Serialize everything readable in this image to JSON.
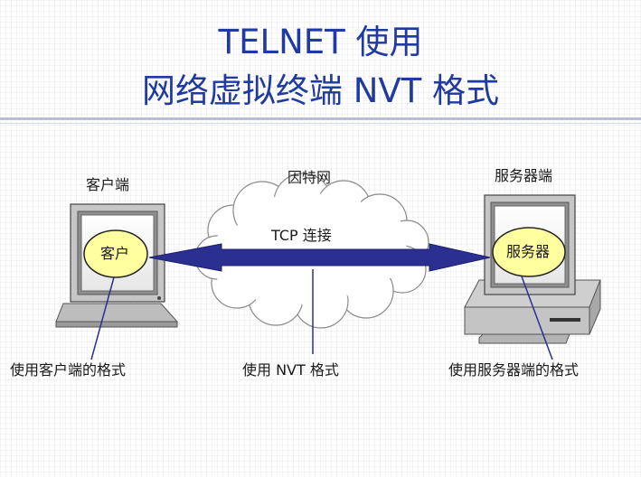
{
  "title": {
    "line1": "TELNET 使用",
    "line2": "网络虚拟终端 NVT 格式"
  },
  "diagram": {
    "client_heading": "客户端",
    "internet_heading": "因特网",
    "server_heading": "服务器端",
    "client_screen_label": "客户",
    "server_screen_label": "服务器",
    "connection_label": "TCP 连接",
    "client_format_caption": "使用客户端的格式",
    "nvt_format_caption": "使用 NVT 格式",
    "server_format_caption": "使用服务器端的格式"
  },
  "colors": {
    "title": "#1f3aa0",
    "arrow": "#2a2f90",
    "screen_label_fill": "#ffffa0",
    "monitor_body": "#c7c7c7",
    "cloud": "#ffffff"
  },
  "icons": [
    "client-computer-icon",
    "server-computer-icon",
    "internet-cloud-icon"
  ]
}
